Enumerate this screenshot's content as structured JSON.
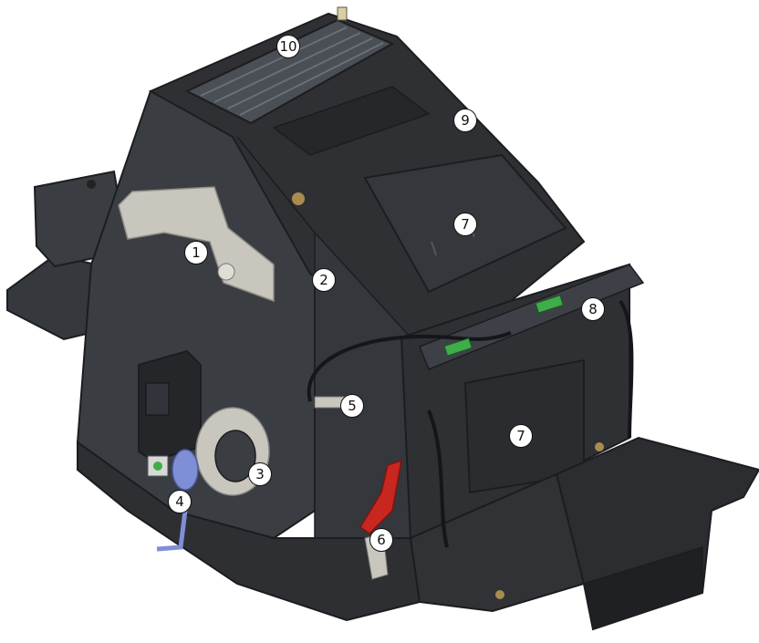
{
  "callouts": [
    "1",
    "2",
    "3",
    "4",
    "5",
    "6",
    "7",
    "7",
    "8",
    "9",
    "10"
  ],
  "colors": {
    "background": "#ffffff",
    "body_dark": "#2e3034",
    "body_mid": "#3a3d42",
    "body_light": "#4a4e55",
    "edge": "#1c1d20",
    "bracket": "#c9c6bd",
    "lever": "#c8271f",
    "knob": "#7f8fd6",
    "sensor": "#3fae4a",
    "brass": "#a98c4e"
  }
}
